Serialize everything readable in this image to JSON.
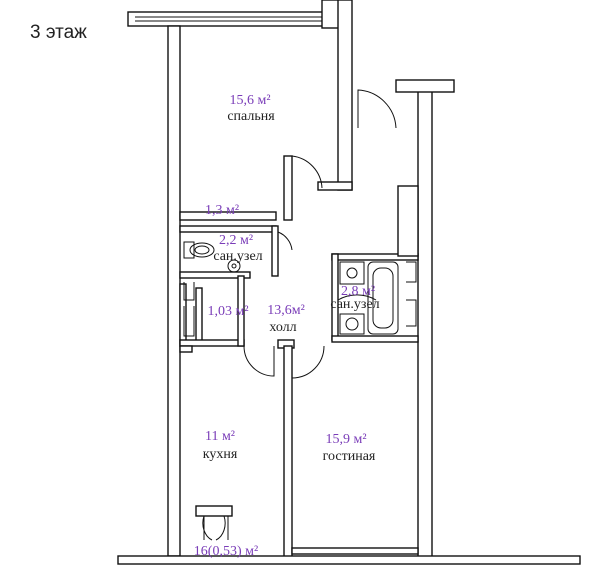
{
  "floor_label": "3 этаж",
  "rooms": {
    "bedroom": {
      "area": "15,6 м²",
      "name": "спальня"
    },
    "hall_storage": {
      "area": "1,3 м²"
    },
    "bathroom_left": {
      "area": "2,2 м²",
      "name": "сан.узел"
    },
    "closet": {
      "area": "1,03 м²"
    },
    "hall": {
      "area": "13,6м²",
      "name": "холл"
    },
    "bathroom_right": {
      "area": "2,8 м²",
      "name": "сан.узел"
    },
    "kitchen": {
      "area": "11 м²",
      "name": "кухня"
    },
    "living": {
      "area": "15,9 м²",
      "name": "гостиная"
    },
    "balcony": {
      "area": "16(0,53) м²"
    }
  }
}
